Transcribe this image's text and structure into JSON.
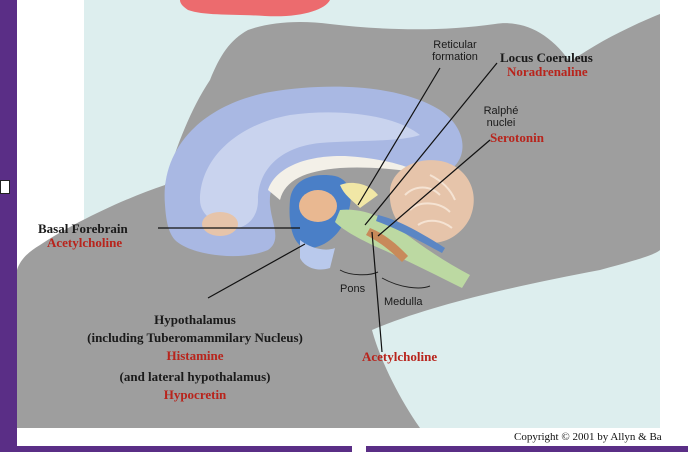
{
  "colors": {
    "frame": "#5a2e86",
    "background": "#ddeeee",
    "cat": "#9e9e9e",
    "cortex": "#a9b8e3",
    "cerebellum": "#e6c4aa",
    "label_red": "#b8241c"
  },
  "labels": {
    "reticular_line1": "Reticular",
    "reticular_line2": "formation",
    "locus_name": "Locus Coeruleus",
    "locus_nt": "Noradrenaline",
    "raphe_line1": "Ralphé",
    "raphe_line2": "nuclei",
    "raphe_nt": "Serotonin",
    "basal_name": "Basal Forebrain",
    "basal_nt": "Acetylcholine",
    "pons": "Pons",
    "medulla": "Medulla",
    "brainstem_nt": "Acetylcholine",
    "hypo_name": "Hypothalamus",
    "hypo_sub": "(including Tuberomammilary Nucleus)",
    "hypo_nt": "Histamine",
    "lateral": "(and lateral hypothalamus)",
    "lateral_nt": "Hypocretin"
  },
  "copyright": "Copyright © 2001 by Allyn & Ba"
}
